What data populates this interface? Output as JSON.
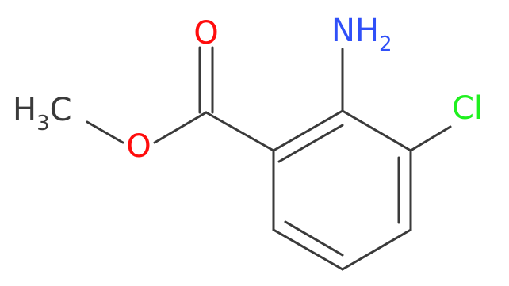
{
  "molecule": {
    "colors": {
      "bond": "#3a3a3a",
      "carbon_label": "#3a3a3a",
      "oxygen": "#ff0d0d",
      "nitrogen": "#3050f8",
      "chlorine": "#1ff01f"
    },
    "labels": {
      "carbonyl_oxygen": "O",
      "ester_oxygen": "O",
      "methyl_main": "H",
      "methyl_sub": "3",
      "methyl_tail": "C",
      "amine_main": "NH",
      "amine_sub": "2",
      "chlorine": "Cl"
    }
  }
}
